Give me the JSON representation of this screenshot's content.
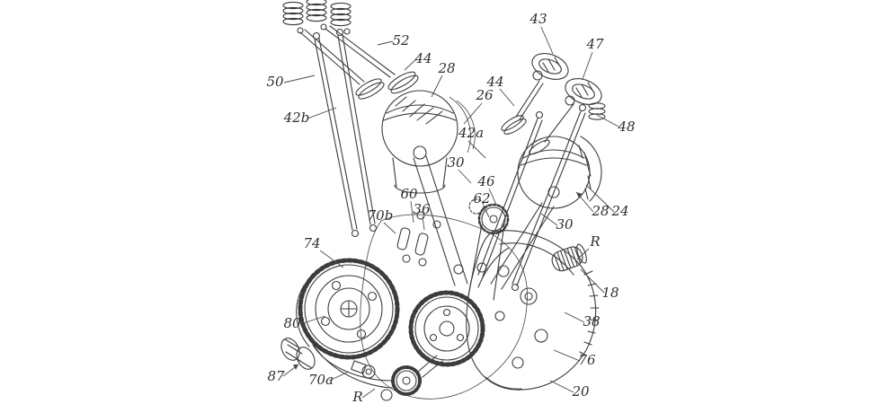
{
  "figure": {
    "kind": "patent-engine-line-drawing",
    "colors": {
      "background": "#ffffff",
      "line": "#3c3c3c",
      "label_text": "#2e2e2e"
    }
  },
  "labels": [
    {
      "text": "43"
    },
    {
      "text": "47"
    },
    {
      "text": "52"
    },
    {
      "text": "44"
    },
    {
      "text": "28"
    },
    {
      "text": "26"
    },
    {
      "text": "44"
    },
    {
      "text": "50"
    },
    {
      "text": "42b"
    },
    {
      "text": "48"
    },
    {
      "text": "42a"
    },
    {
      "text": "30"
    },
    {
      "text": "46"
    },
    {
      "text": "62"
    },
    {
      "text": "60"
    },
    {
      "text": "70b"
    },
    {
      "text": "36"
    },
    {
      "text": "30"
    },
    {
      "text": "28"
    },
    {
      "text": "24"
    },
    {
      "text": "74"
    },
    {
      "text": "R"
    },
    {
      "text": "18"
    },
    {
      "text": "80"
    },
    {
      "text": "38"
    },
    {
      "text": "87"
    },
    {
      "text": "76"
    },
    {
      "text": "70a"
    },
    {
      "text": "20"
    },
    {
      "text": "R"
    }
  ]
}
